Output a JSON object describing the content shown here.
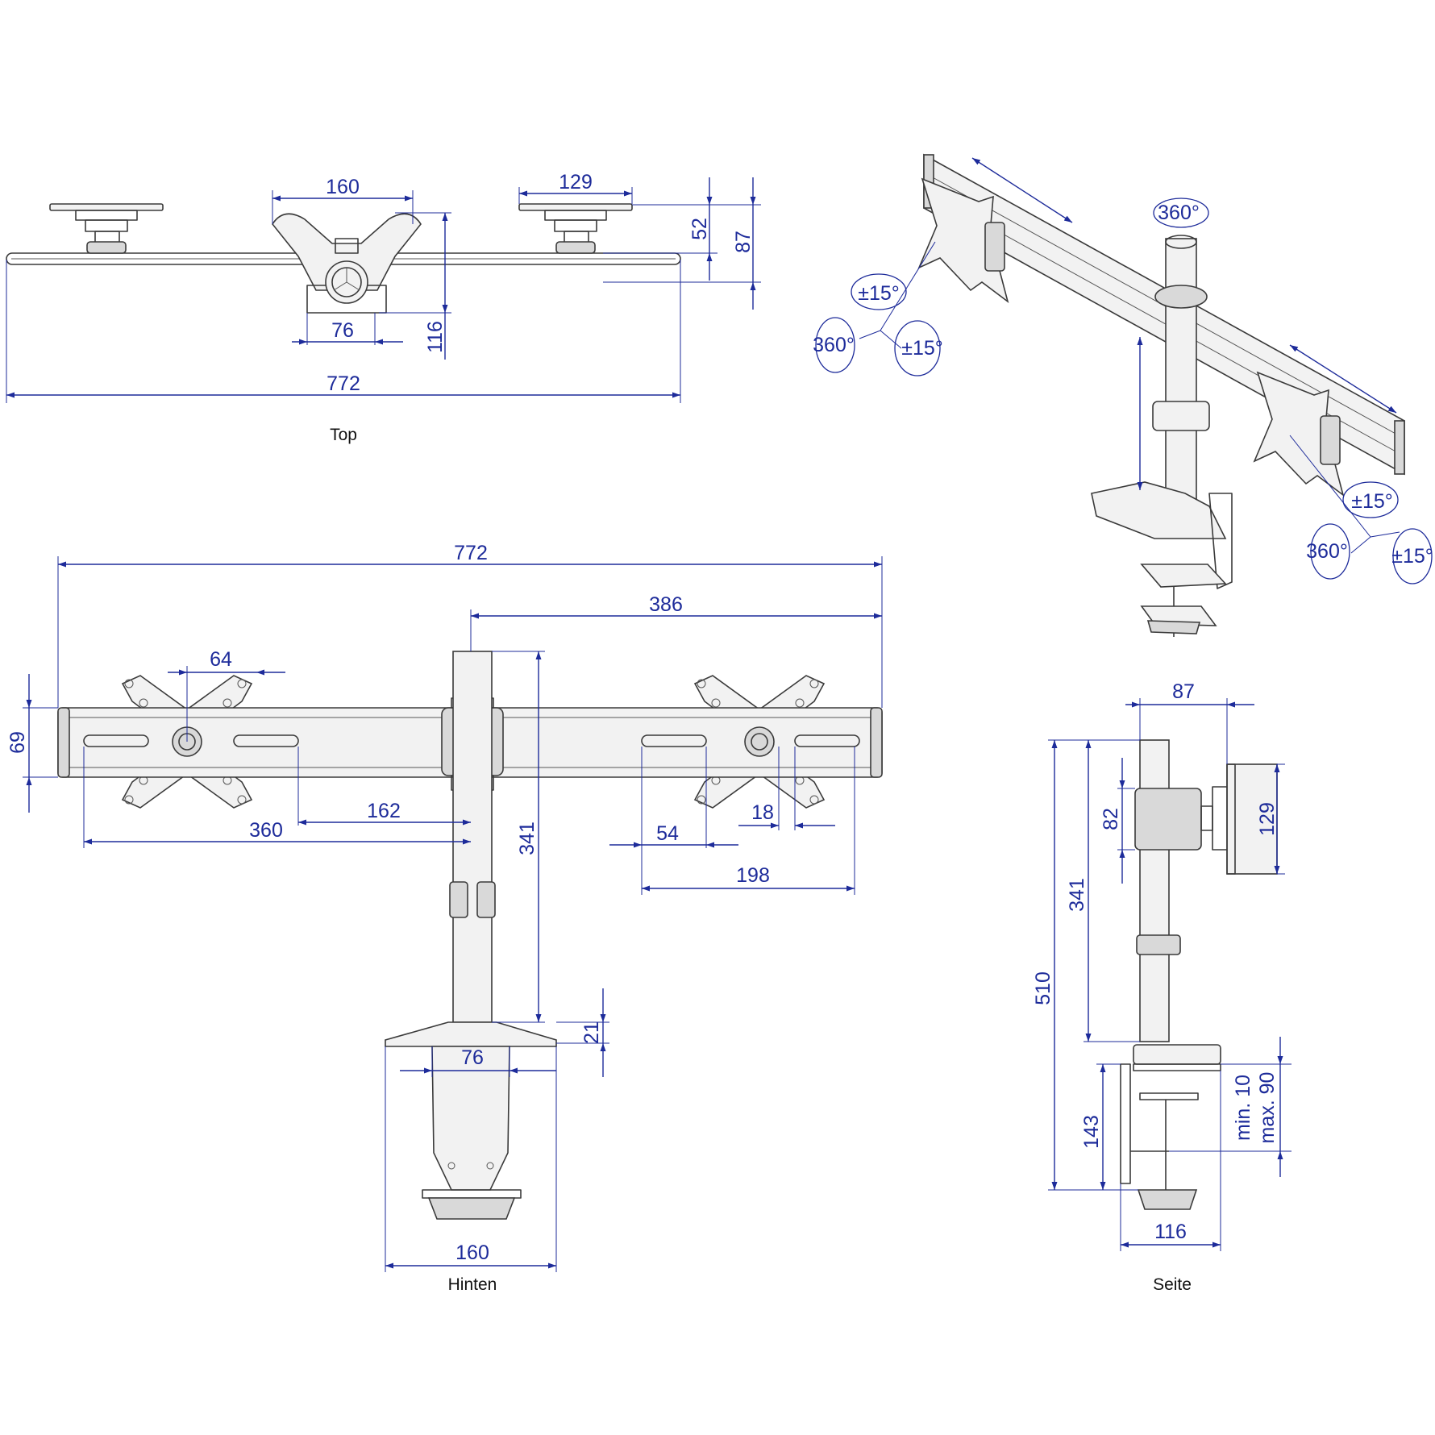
{
  "colors": {
    "dimension": "#1d2b9a",
    "outline": "#3a3a3a",
    "label": "#111111",
    "background": "#ffffff"
  },
  "views": {
    "top": "Top",
    "back": "Hinten",
    "side": "Seite"
  },
  "top_view": {
    "width_160": "160",
    "width_129": "129",
    "height_52": "52",
    "height_87": "87",
    "width_76": "76",
    "height_116": "116",
    "total_772": "772"
  },
  "iso_view": {
    "pole_rotation": "360°",
    "left_tilt_a": "±15°",
    "left_swivel": "360°",
    "left_tilt_b": "±15°",
    "right_tilt_a": "±15°",
    "right_swivel": "360°",
    "right_tilt_b": "±15°"
  },
  "back_view": {
    "total_772": "772",
    "half_386": "386",
    "vesa_64": "64",
    "height_69": "69",
    "offset_162": "162",
    "offset_360": "360",
    "pole_341": "341",
    "slot_54": "54",
    "slot_18": "18",
    "slot_198": "198",
    "base_21": "21",
    "clamp_76": "76",
    "base_160": "160"
  },
  "side_view": {
    "depth_87": "87",
    "plate_129": "129",
    "collar_82": "82",
    "pole_341": "341",
    "total_510": "510",
    "clamp_143": "143",
    "range_min": "min. 10",
    "range_max": "max. 90",
    "base_116": "116"
  }
}
